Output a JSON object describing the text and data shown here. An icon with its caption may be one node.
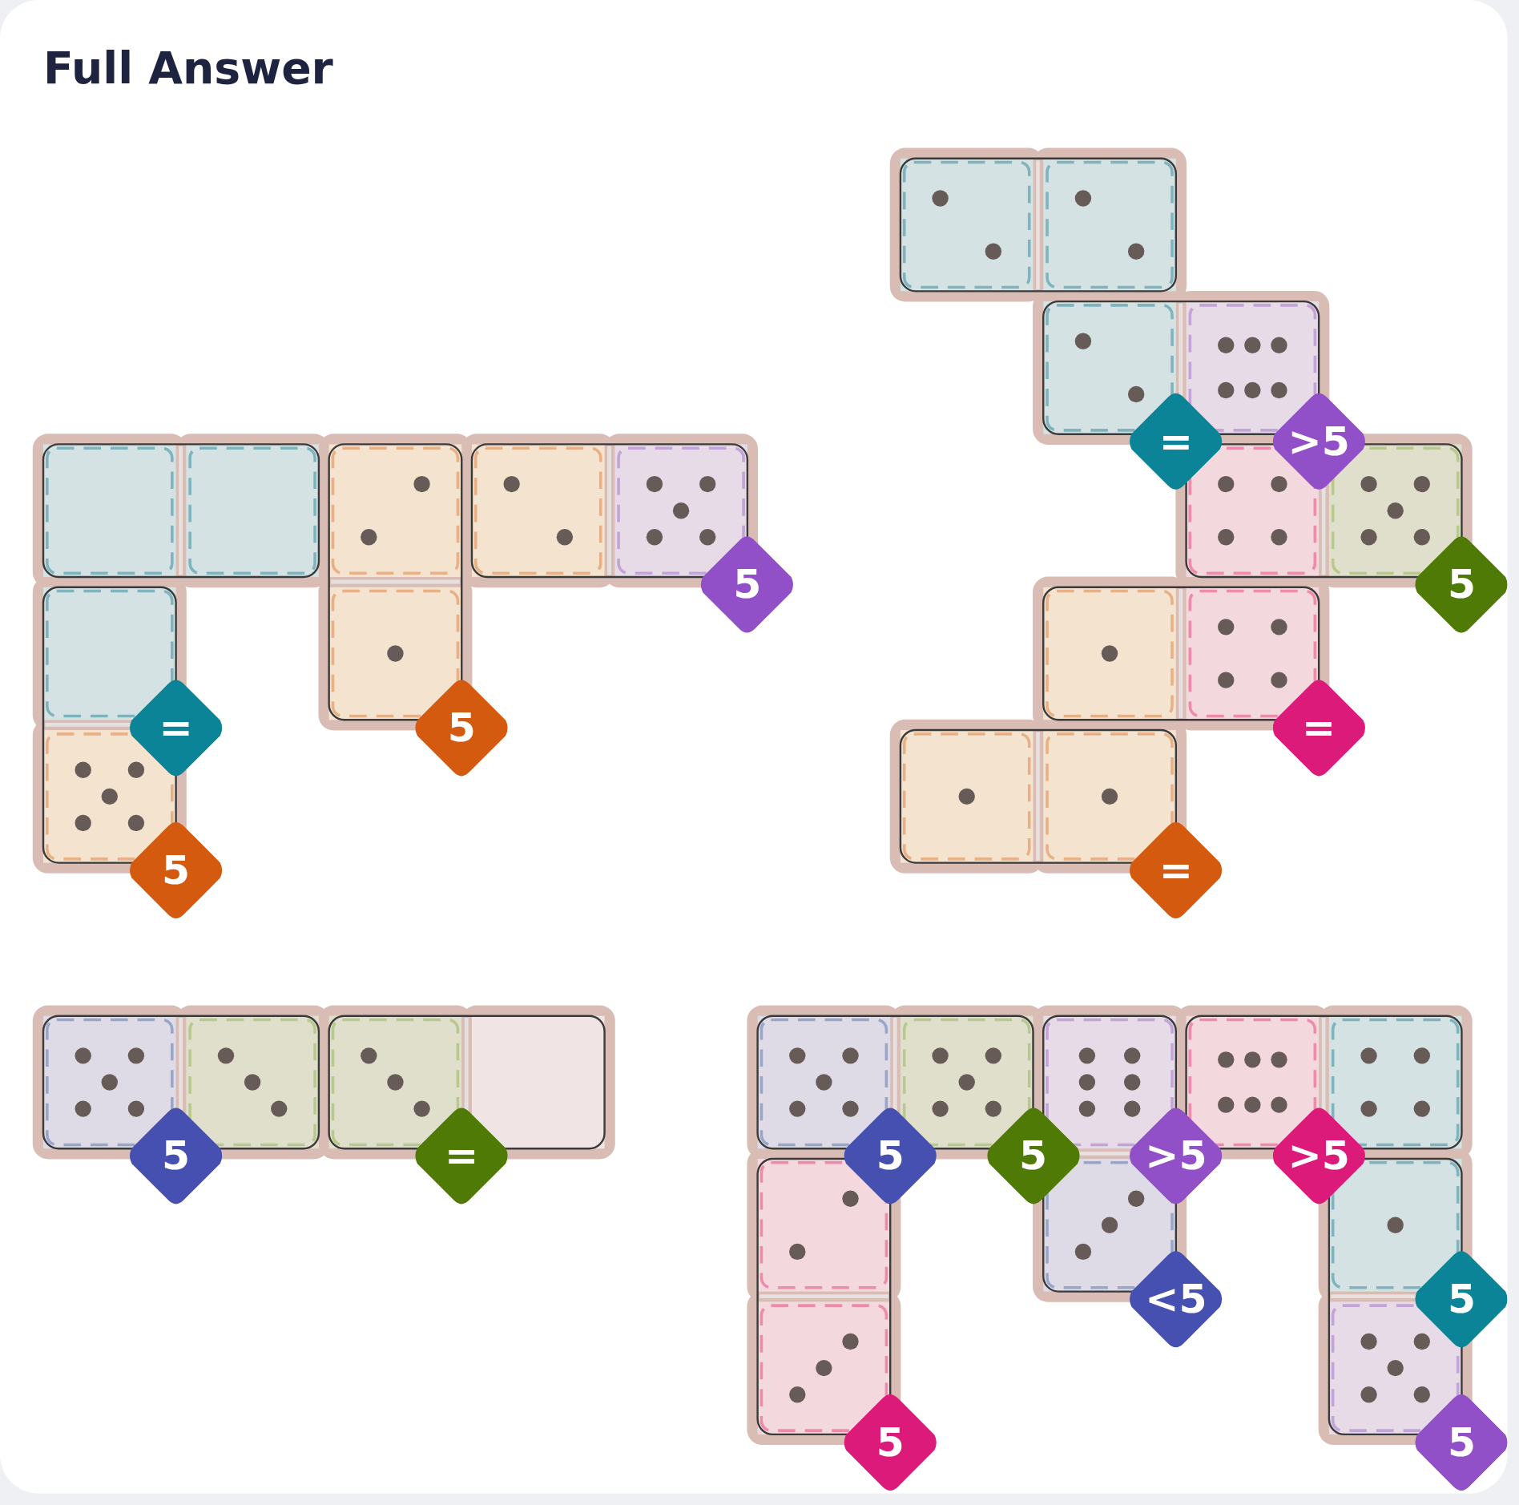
{
  "diagram": {
    "title": "Full Answer",
    "nodes": [
      {
        "text": [
          "="
        ]
      },
      {
        "text": [
          ">5"
        ]
      },
      {
        "text": [
          "5"
        ]
      },
      {
        "text": [
          "5"
        ]
      },
      {
        "text": [
          "="
        ]
      },
      {
        "text": [
          "5"
        ]
      },
      {
        "text": [
          "="
        ]
      },
      {
        "text": [
          "5"
        ]
      },
      {
        "text": [
          "="
        ]
      },
      {
        "text": [
          "5"
        ]
      },
      {
        "text": [
          "="
        ]
      },
      {
        "text": [
          "5"
        ]
      },
      {
        "text": [
          "5"
        ]
      },
      {
        "text": [
          ">5"
        ]
      },
      {
        "text": [
          ">5"
        ]
      },
      {
        "text": [
          "<5"
        ]
      },
      {
        "text": [
          "5"
        ]
      },
      {
        "text": [
          "5"
        ]
      },
      {
        "text": [
          "5"
        ]
      }
    ]
  }
}
